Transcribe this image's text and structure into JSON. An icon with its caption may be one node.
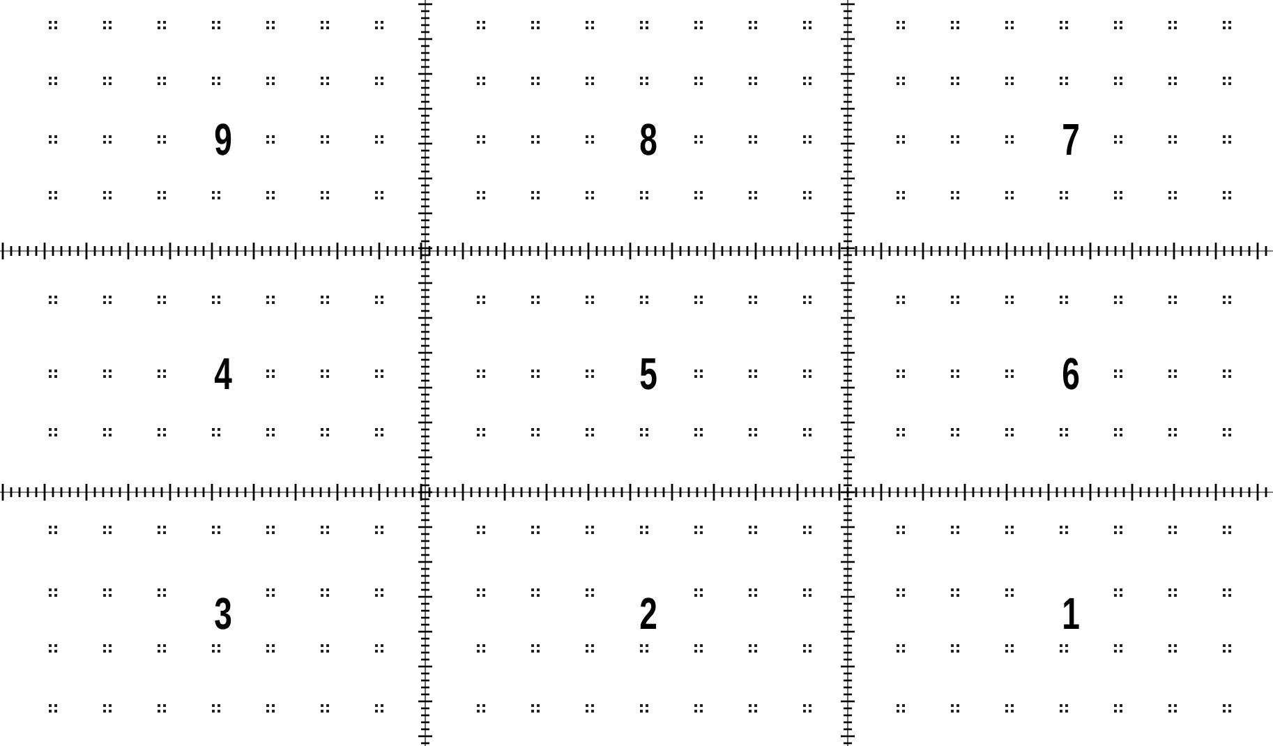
{
  "diagram": {
    "labels": [
      "9",
      "8",
      "7",
      "4",
      "5",
      "6",
      "3",
      "2",
      "1"
    ]
  }
}
